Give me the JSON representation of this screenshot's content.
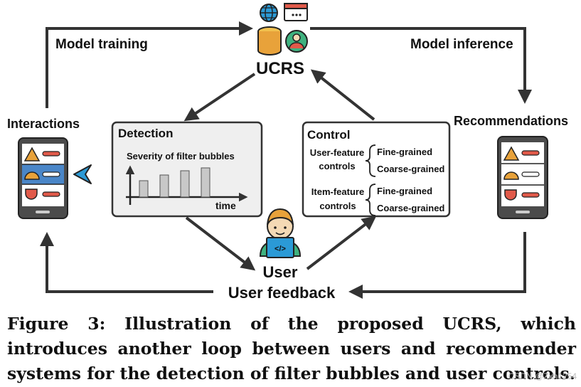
{
  "nodes": {
    "center": "UCRS",
    "interactions": "Interactions",
    "recommendations": "Recommendations",
    "user": "User"
  },
  "edges": {
    "model_training": "Model training",
    "model_inference": "Model inference",
    "user_feedback": "User feedback"
  },
  "detection": {
    "title": "Detection",
    "chart_title": "Severity of filter bubbles",
    "x_label": "time"
  },
  "control": {
    "title": "Control",
    "groups": [
      {
        "label_lines": [
          "User-feature",
          "controls"
        ],
        "options": [
          "Fine-grained",
          "Coarse-grained"
        ]
      },
      {
        "label_lines": [
          "Item-feature",
          "controls"
        ],
        "options": [
          "Fine-grained",
          "Coarse-grained"
        ]
      }
    ]
  },
  "caption": "Figure 3: Illustration of the proposed UCRS, which introduces another loop between users and recommender systems for the detection of filter bubbles and user controls.",
  "watermark": "CSDN @Zxh1254",
  "colors": {
    "line": "#333333",
    "panel_fill": "#efefef",
    "bar_fill": "#c8c8c8",
    "highlight_row": "#4a86c8",
    "accent_blue": "#2b9ad6",
    "accent_orange": "#e8a23a",
    "accent_red": "#e15a4a",
    "accent_green": "#3fb27f"
  },
  "icons": [
    "globe-icon",
    "browser-window-icon",
    "database-icon",
    "user-profile-icon",
    "phone-icon",
    "cursor-icon",
    "developer-avatar-icon"
  ]
}
